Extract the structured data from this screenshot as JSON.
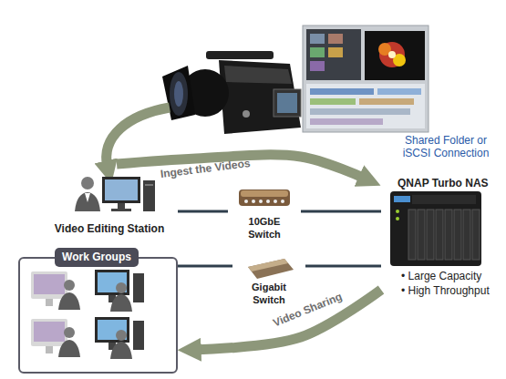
{
  "diagram": {
    "nodes": [
      {
        "text": [
          "Video Editing Station"
        ]
      },
      {
        "text": [
          "10GbE Switch"
        ]
      },
      {
        "text": [
          "QNAP Turbo NAS",
          "• Large Capacity",
          "• High Throughput"
        ]
      },
      {
        "text": [
          "Work Groups"
        ]
      },
      {
        "text": [
          "Gigabit Switch"
        ]
      }
    ],
    "edges": [
      {
        "from": 0,
        "to": 1,
        "arrow": "none"
      },
      {
        "from": 1,
        "to": 2,
        "arrow": "none"
      },
      {
        "from": 3,
        "to": 4,
        "arrow": "none"
      },
      {
        "from": 4,
        "to": 2,
        "arrow": "none"
      },
      {
        "from": 0,
        "to": 2,
        "label": "Ingest the Videos",
        "arrow": "to"
      },
      {
        "from": 2,
        "to": 3,
        "label": "Video Sharing",
        "arrow": "to"
      }
    ],
    "labels": [
      "Shared Folder or iSCSI Connection"
    ]
  }
}
